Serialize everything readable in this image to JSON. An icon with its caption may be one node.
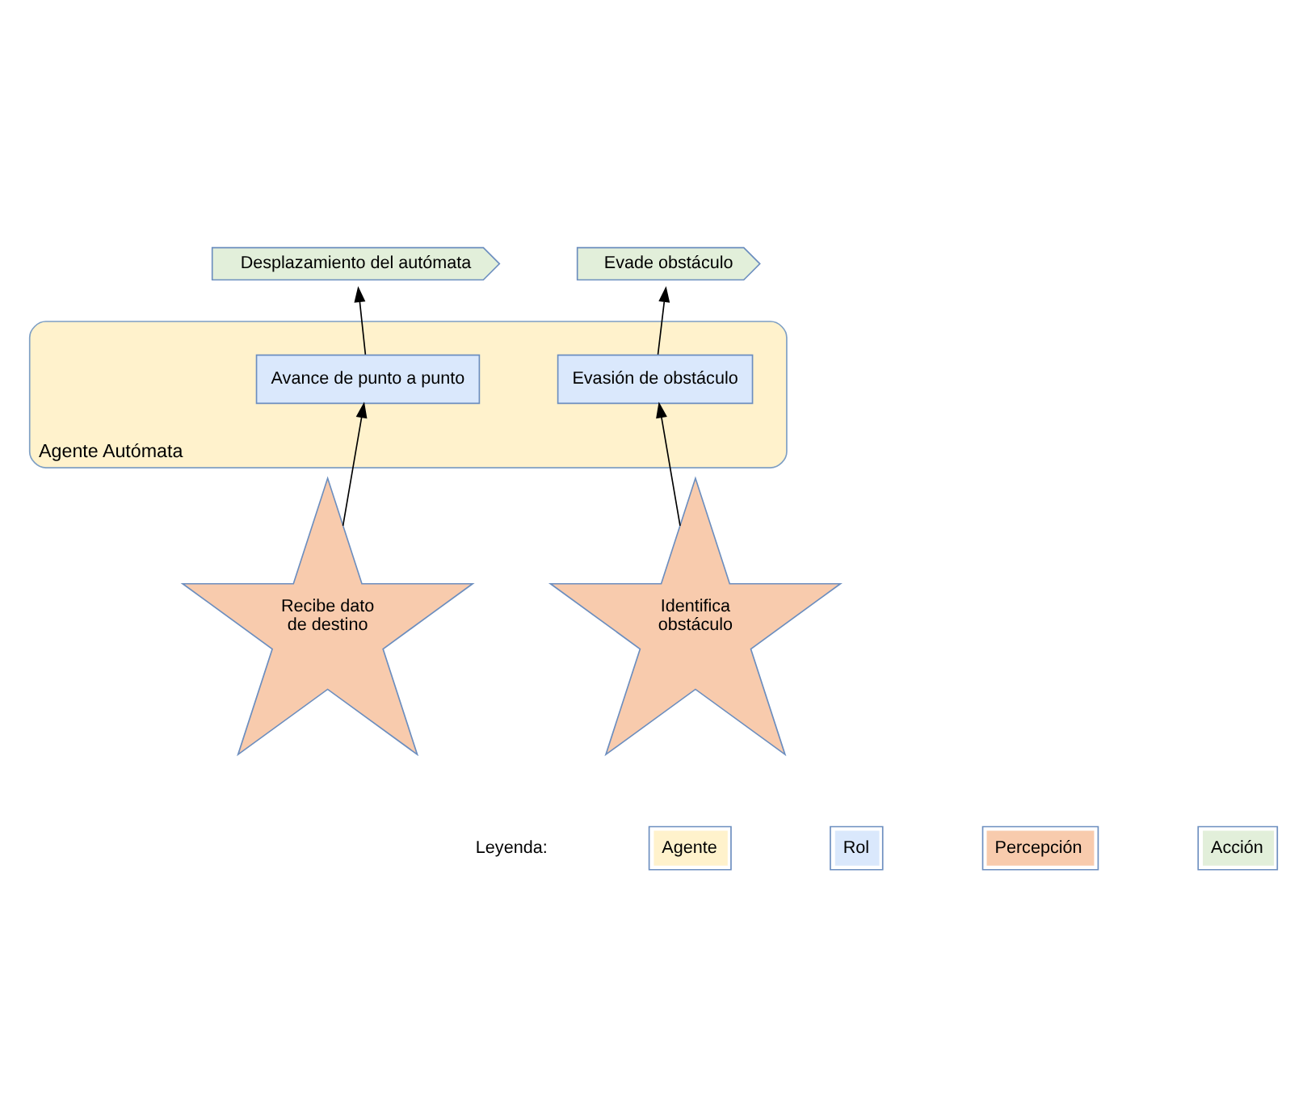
{
  "diagram": {
    "nodes": [
      {
        "text": [
          "Agente Autómata"
        ]
      },
      {
        "text": [
          "Avance de punto a punto"
        ],
        "in": 0
      },
      {
        "text": [
          "Evasión de obstáculo"
        ],
        "in": 0
      },
      {
        "text": [
          "Desplazamiento del autómata"
        ]
      },
      {
        "text": [
          "Evade obstáculo"
        ]
      },
      {
        "text": [
          "Recibe dato de destino"
        ]
      },
      {
        "text": [
          "Identifica obstáculo"
        ]
      }
    ],
    "edges": [
      {
        "from": 1,
        "to": 3,
        "arrow": "to"
      },
      {
        "from": 2,
        "to": 4,
        "arrow": "to"
      },
      {
        "from": 5,
        "to": 1,
        "arrow": "to"
      },
      {
        "from": 6,
        "to": 2,
        "arrow": "to"
      }
    ],
    "labels": [
      "Leyenda:"
    ],
    "legend": [
      {
        "text": "Agente",
        "color": "#fff2cc"
      },
      {
        "text": "Rol",
        "color": "#dae8fc"
      },
      {
        "text": "Percepción",
        "color": "#f8cbad"
      },
      {
        "text": "Acción",
        "color": "#e2efda"
      }
    ]
  }
}
